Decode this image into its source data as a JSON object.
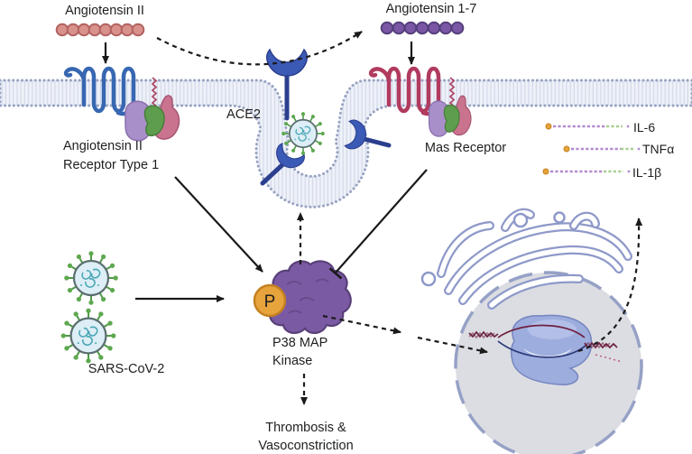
{
  "diagram": {
    "labels": {
      "angiotensin_ii": "Angiotensin II",
      "angiotensin_1_7": "Angiotensin 1-7",
      "ace2": "ACE2",
      "at1_receptor_line1": "Angiotensin II",
      "at1_receptor_line2": "Receptor Type 1",
      "mas_receptor": "Mas Receptor",
      "sars_cov_2": "SARS-CoV-2",
      "kinase_line1": "P38 MAP",
      "kinase_line2": "Kinase",
      "phosphate": "P",
      "outcome_line1": "Thrombosis &",
      "outcome_line2": "Vasoconstriction"
    },
    "cytokines": [
      {
        "label": "IL-6"
      },
      {
        "label": "TNFα"
      },
      {
        "label": "IL-1β"
      }
    ],
    "relationships": [
      {
        "from": "Angiotensin II",
        "to": "Angiotensin 1-7",
        "via": "ACE2",
        "style": "dashed-arrow"
      },
      {
        "from": "Angiotensin II",
        "to": "Angiotensin II Receptor Type 1",
        "style": "arrow"
      },
      {
        "from": "Angiotensin 1-7",
        "to": "Mas Receptor",
        "style": "arrow"
      },
      {
        "from": "Angiotensin II Receptor Type 1",
        "to": "P38 MAP Kinase",
        "style": "arrow"
      },
      {
        "from": "Mas Receptor",
        "to": "P38 MAP Kinase",
        "style": "inhibition"
      },
      {
        "from": "SARS-CoV-2",
        "to": "P38 MAP Kinase",
        "style": "arrow"
      },
      {
        "from": "P38 MAP Kinase",
        "to": "ACE2 endocytosis pit",
        "style": "dashed-arrow"
      },
      {
        "from": "P38 MAP Kinase",
        "to": "nucleus transcription",
        "style": "dashed-arrow"
      },
      {
        "from": "nucleus transcription",
        "to": "IL-6 / TNFα / IL-1β",
        "style": "dashed-arrow"
      },
      {
        "from": "P38 MAP Kinase",
        "to": "Thrombosis & Vasoconstriction",
        "style": "dashed-arrow"
      }
    ],
    "colors": {
      "angiotensin_ii_bead": "#d9918c",
      "angiotensin_1_7_bead": "#7a57a5",
      "at1_receptor": "#3767b1",
      "mas_receptor": "#b13a5f",
      "ace2_blue": "#3b5ab5",
      "kinase_purple": "#7a5aa3",
      "phosphate_orange": "#e7a33c",
      "virus_spike_green": "#4e9a47",
      "membrane_head": "#98a3c2",
      "nucleus_fill": "#dbdde2",
      "er_outline": "#8e99c9",
      "mrna_purple": "#b48bd0",
      "mrna_green": "#a9cf92",
      "text": "#1f1f1f"
    }
  }
}
